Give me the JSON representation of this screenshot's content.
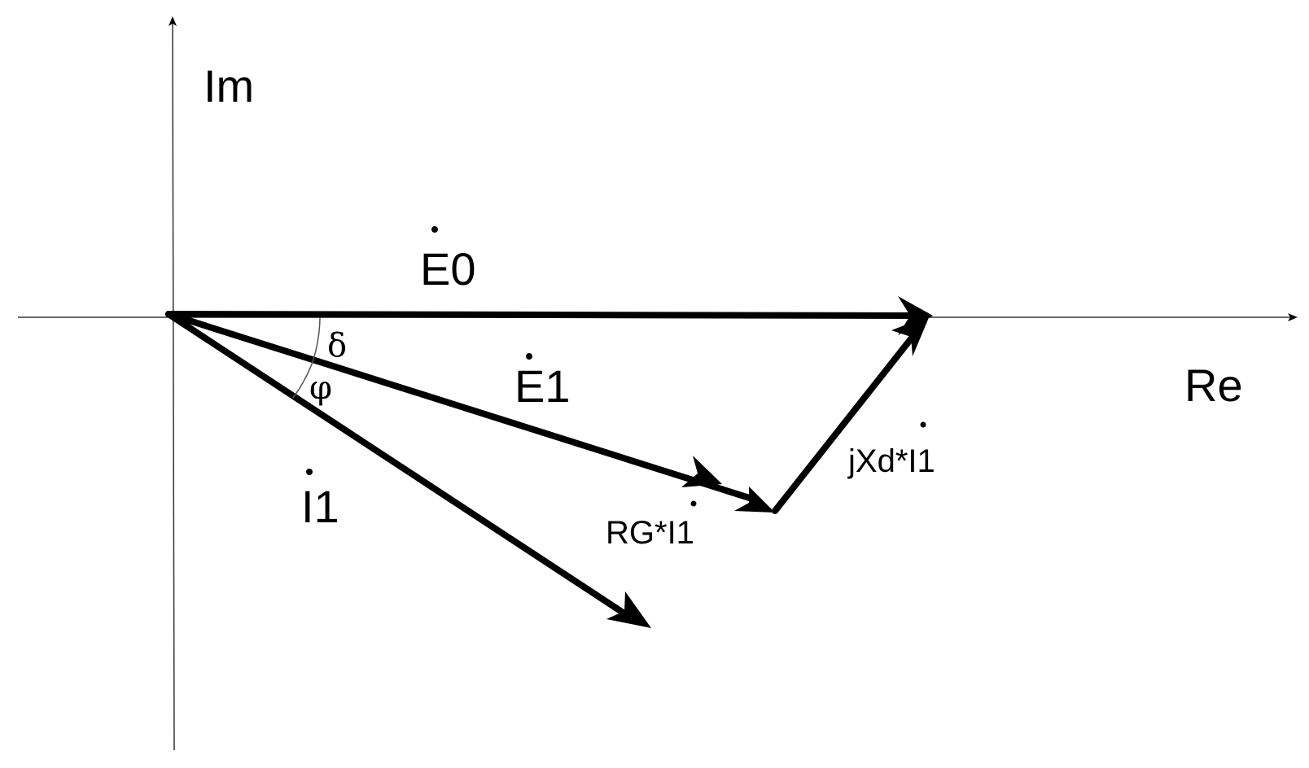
{
  "diagram": {
    "axes": {
      "real_label": "Re",
      "imaginary_label": "Im"
    },
    "phasors": {
      "e0": {
        "label": "E0",
        "dotted": true
      },
      "e1": {
        "label": "E1",
        "dotted": true
      },
      "i1": {
        "label": "I1",
        "dotted": true
      },
      "rg_drop": {
        "label": "RG*I1",
        "dotted": true
      },
      "jxd_drop": {
        "label": "jXd*I1",
        "dotted": true
      }
    },
    "angles": {
      "delta": "δ",
      "phi": "φ"
    },
    "colors": {
      "ink": "#000000",
      "axis": "#333333",
      "background": "#ffffff"
    }
  }
}
